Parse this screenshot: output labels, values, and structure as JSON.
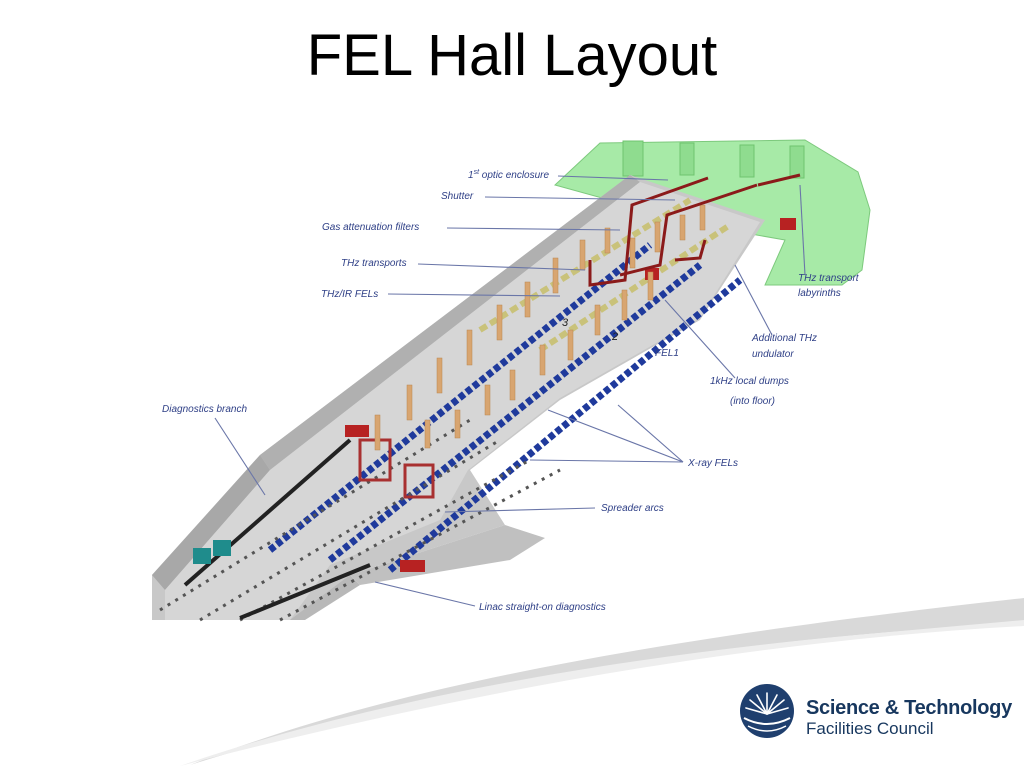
{
  "slide": {
    "title": "FEL Hall Layout"
  },
  "labels": {
    "optic_enclosure": "1st optic enclosure",
    "optic_enclosure_base": "1",
    "optic_enclosure_sup": "st",
    "optic_enclosure_rest": " optic enclosure",
    "shutter": "Shutter",
    "gas_filters": "Gas attenuation filters",
    "thz_transports": "THz transports",
    "thz_ir_fels": "THz/IR FELs",
    "diagnostics_branch": "Diagnostics branch",
    "thz_labyrinths_1": "THz transport",
    "thz_labyrinths_2": "labyrinths",
    "undulator_1": "Additional THz",
    "undulator_2": "undulator",
    "fel1": "FEL1",
    "dumps_1": "1kHz local dumps",
    "dumps_2": "(into floor)",
    "xray_fels": "X-ray FELs",
    "spreader_arcs": "Spreader arcs",
    "linac_diag": "Linac straight-on diagnostics",
    "num_3": "3",
    "num_2": "2"
  },
  "logo": {
    "line1": "Science & Technology",
    "line2": "Facilities Council"
  },
  "colors": {
    "title": "#000000",
    "label": "#2e3f86",
    "logo": "#17375e",
    "enclosure": "#9ee89e"
  }
}
